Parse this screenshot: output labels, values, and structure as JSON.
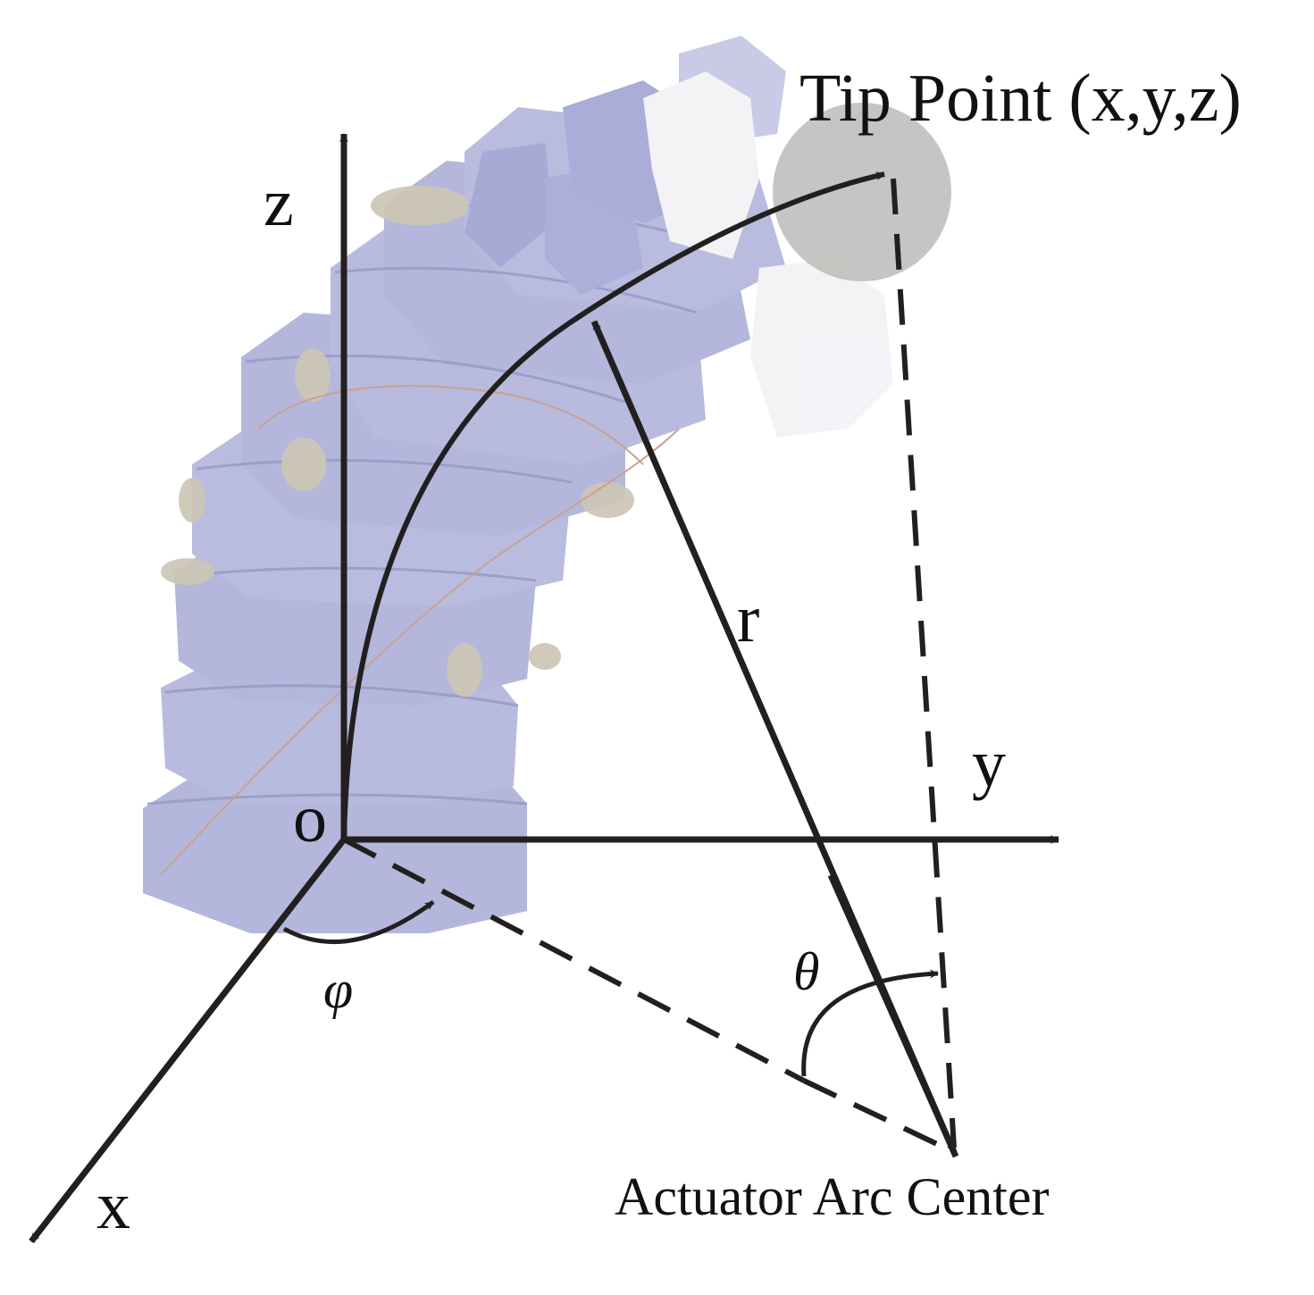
{
  "labels": {
    "tip_point": "Tip Point (x,y,z)",
    "axis_z": "z",
    "axis_y": "y",
    "axis_x": "x",
    "origin": "o",
    "radius": "r",
    "phi": "φ",
    "theta": "θ",
    "arc_center": "Actuator Arc Center"
  },
  "colors": {
    "line": "#231f20",
    "actuator_body": "#aeb1d9",
    "actuator_shadow": "#8d90c2",
    "tip_cap": "#f2f3f6",
    "tip_ball": "#b9b9b6",
    "glue": "#c8c2b0"
  }
}
